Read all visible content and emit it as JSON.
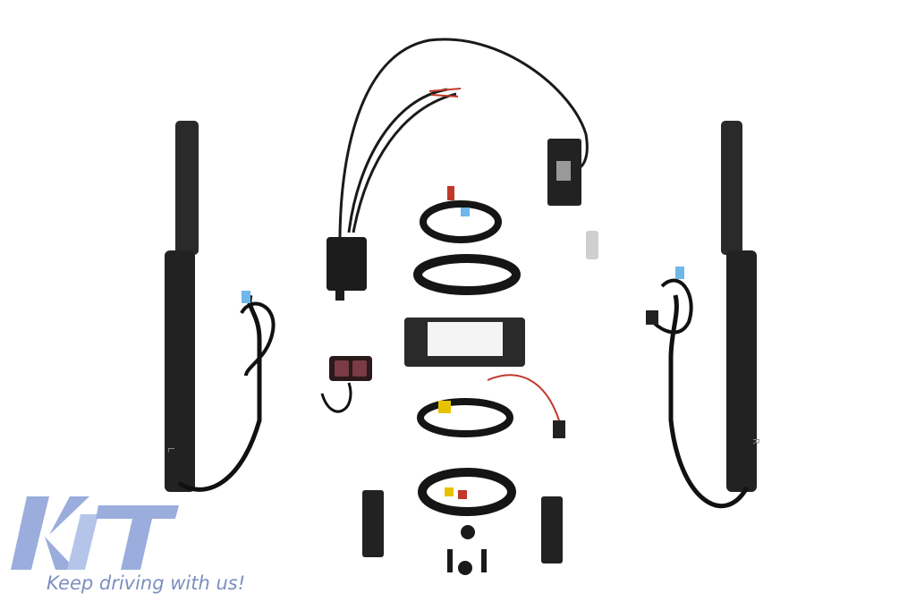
{
  "watermark": {
    "brand": "KITT",
    "tagline": "Keep driving with us!",
    "color": "#8a9fd6"
  },
  "strut_labels": {
    "left": "L",
    "right": "R"
  },
  "colors": {
    "background": "#ffffff",
    "parts": "#1e1e1e",
    "cable_red": "#c0392b",
    "connector_blue": "#6fb7e8",
    "connector_yellow": "#e6c200"
  }
}
